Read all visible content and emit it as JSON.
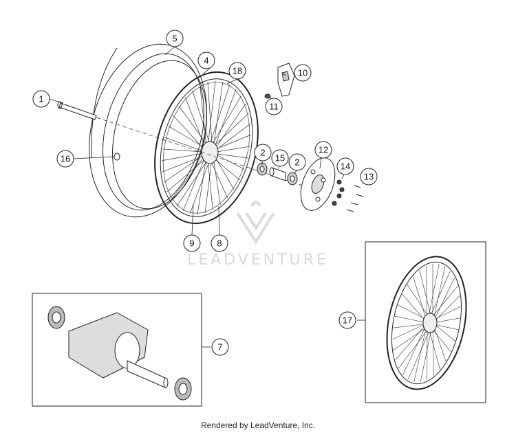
{
  "watermark": {
    "text": "LEADVENTURE"
  },
  "footer": {
    "text": "Rendered by LeadVenture, Inc."
  },
  "callouts": [
    {
      "id": "c1",
      "label": "1"
    },
    {
      "id": "c2a",
      "label": "2"
    },
    {
      "id": "c2b",
      "label": "2"
    },
    {
      "id": "c4",
      "label": "4"
    },
    {
      "id": "c5",
      "label": "5"
    },
    {
      "id": "c7",
      "label": "7"
    },
    {
      "id": "c8",
      "label": "8"
    },
    {
      "id": "c9",
      "label": "9"
    },
    {
      "id": "c10",
      "label": "10"
    },
    {
      "id": "c11",
      "label": "11"
    },
    {
      "id": "c12",
      "label": "12"
    },
    {
      "id": "c13",
      "label": "13"
    },
    {
      "id": "c14",
      "label": "14"
    },
    {
      "id": "c15",
      "label": "15"
    },
    {
      "id": "c16",
      "label": "16"
    },
    {
      "id": "c17",
      "label": "17"
    },
    {
      "id": "c18",
      "label": "18"
    }
  ],
  "colors": {
    "line": "#222222",
    "watermark": "#d9d9d9",
    "background": "#ffffff"
  }
}
